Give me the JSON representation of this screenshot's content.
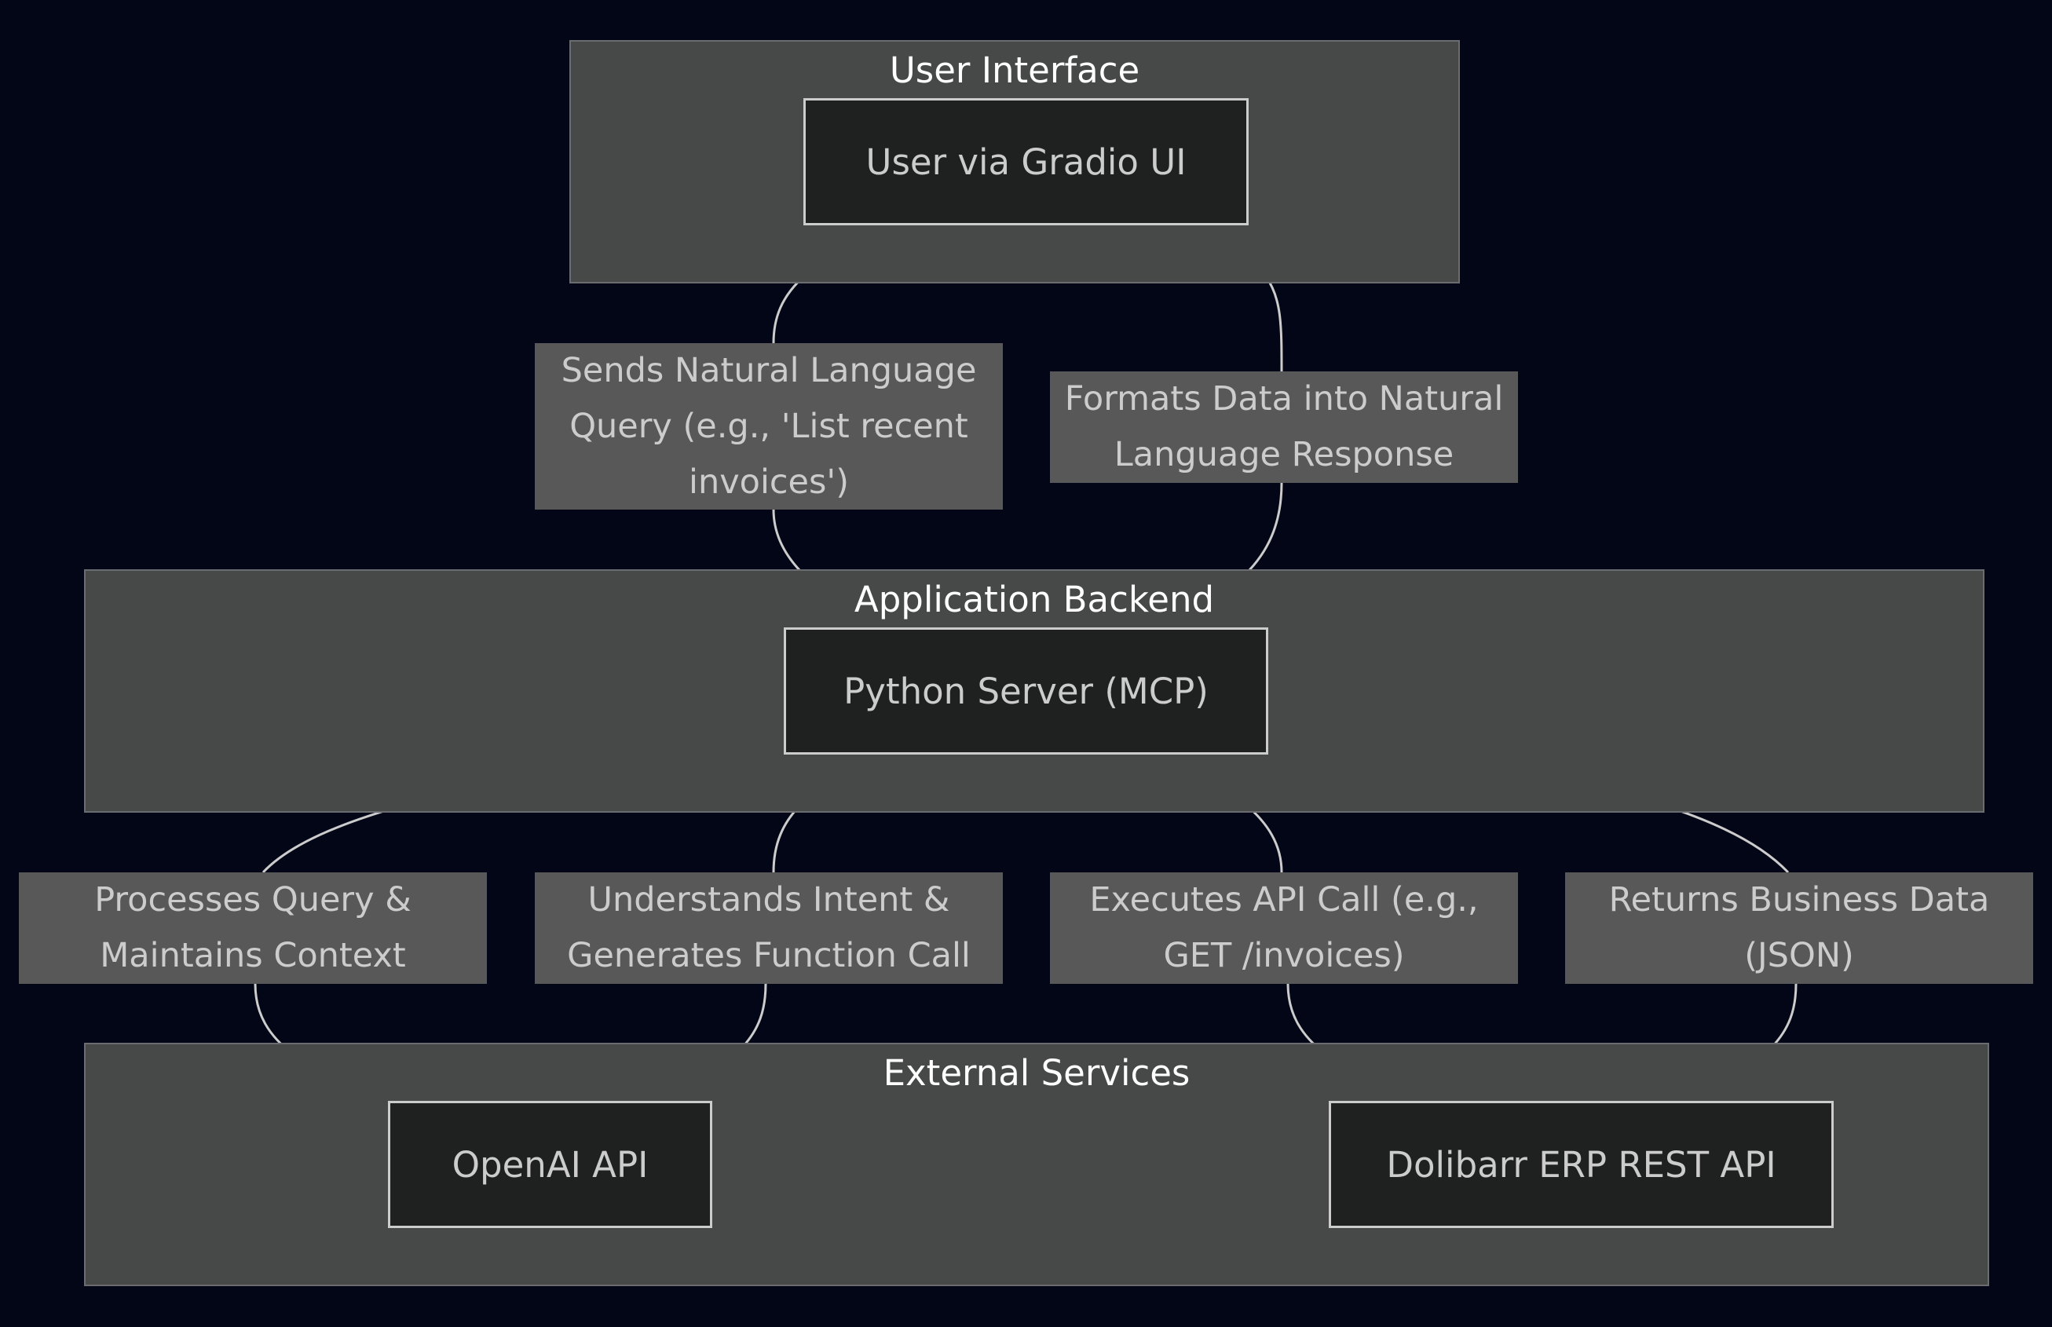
{
  "colors": {
    "background": "#020617",
    "cluster_fill": "#474848",
    "cluster_border": "#6a6c70",
    "node_fill": "#1f2020",
    "node_border": "#cccccc",
    "label_fill": "#585858",
    "text": "#cccccc",
    "cluster_title": "#ffffff",
    "edge": "#cccccc"
  },
  "clusters": {
    "ui": {
      "title": "User Interface"
    },
    "backend": {
      "title": "Application Backend"
    },
    "external": {
      "title": "External Services"
    }
  },
  "nodes": {
    "gradio": {
      "label": "User via Gradio UI"
    },
    "server": {
      "label": "Python Server (MCP)"
    },
    "openai": {
      "label": "OpenAI API"
    },
    "dolibarr": {
      "label": "Dolibarr ERP REST API"
    }
  },
  "edges": [
    {
      "id": "e1",
      "from": "gradio",
      "to": "server",
      "label": "Sends Natural Language Query (e.g., 'List recent invoices')"
    },
    {
      "id": "e2",
      "from": "server",
      "to": "gradio",
      "label": "Formats Data into Natural Language Response"
    },
    {
      "id": "e3",
      "from": "server",
      "to": "openai",
      "label": "Processes Query & Maintains Context"
    },
    {
      "id": "e4",
      "from": "openai",
      "to": "server",
      "label": "Understands Intent & Generates Function Call"
    },
    {
      "id": "e5",
      "from": "server",
      "to": "dolibarr",
      "label": "Executes API Call (e.g., GET /invoices)"
    },
    {
      "id": "e6",
      "from": "dolibarr",
      "to": "server",
      "label": "Returns Business Data (JSON)"
    }
  ]
}
